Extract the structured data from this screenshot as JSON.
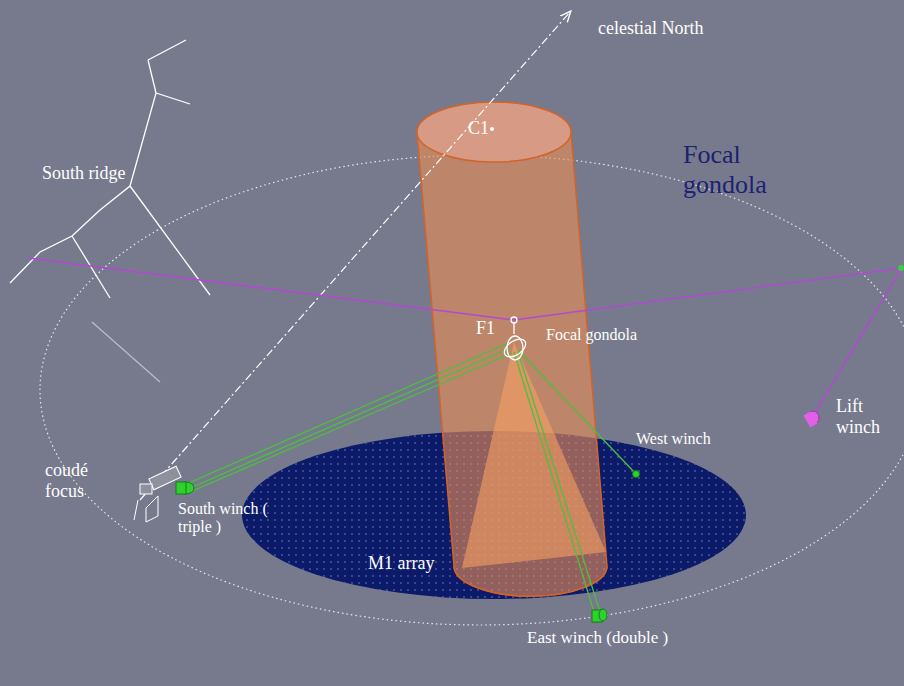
{
  "diagram": {
    "labels": [
      "celestial North",
      "C1",
      "South ridge",
      "Focal gondola",
      "F1",
      "Focal gondola",
      "West winch",
      "Lift winch",
      "coudé focus",
      "South winch ( triple )",
      "M1 array",
      "East winch (double )"
    ]
  }
}
